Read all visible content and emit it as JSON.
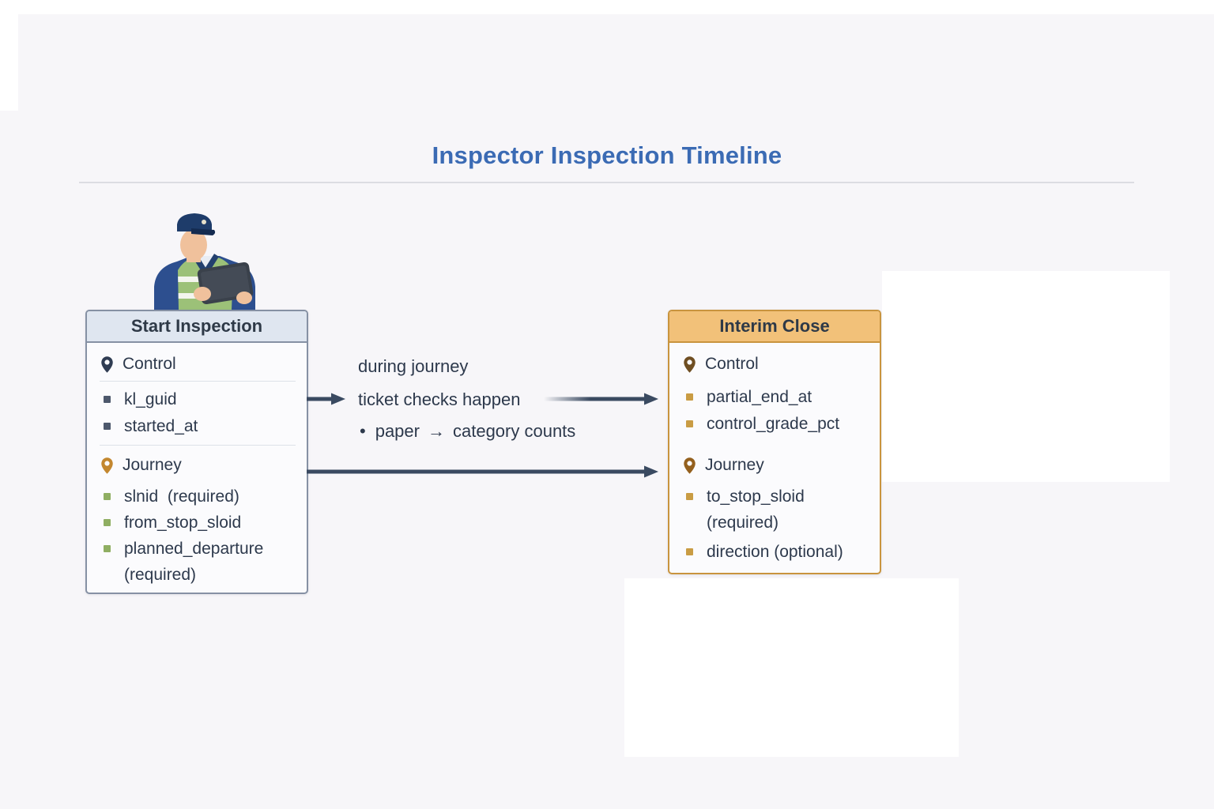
{
  "page": {
    "title": "Inspector Inspection Timeline"
  },
  "illustration": {
    "name": "ticket-inspector-with-cap-vest-and-tablet"
  },
  "flow": {
    "line1": "during journey",
    "line2": "ticket checks happen",
    "line3_bullet": "•",
    "line3_word1": "paper",
    "line3_arrow": "→",
    "line3_word2": "category counts"
  },
  "cards": [
    {
      "title": "Start Inspection",
      "theme": "blue",
      "sections": [
        {
          "icon": "location-pin-icon",
          "label": "Control",
          "items": [
            {
              "text": "kl_guid"
            },
            {
              "text": "started_at"
            }
          ]
        },
        {
          "icon": "location-pin-icon",
          "label": "Journey",
          "items": [
            {
              "text": "slnid  (required)"
            },
            {
              "text": "from_stop_sloid"
            },
            {
              "text": "planned_departure (required)"
            }
          ]
        }
      ]
    },
    {
      "title": "Interim Close",
      "theme": "orange",
      "sections": [
        {
          "icon": "location-pin-icon",
          "label": "Control",
          "items": [
            {
              "text": "partial_end_at"
            },
            {
              "text": "control_grade_pct"
            }
          ]
        },
        {
          "icon": "location-pin-icon",
          "label": "Journey",
          "items": [
            {
              "text": "to_stop_sloid (required)"
            },
            {
              "text": "direction (optional)"
            }
          ]
        }
      ]
    }
  ],
  "icons": {
    "section_marker": "location-pin-icon",
    "item_marker": "square-bullet-icon",
    "connector": "right-arrow-icon"
  },
  "colors": {
    "title_blue": "#3b6bb4",
    "arrow_slate": "#3a4a61",
    "card_blue_header_bg": "#dfe6f0",
    "card_blue_border": "#8691a4",
    "card_orange_header_bg": "#f2c179",
    "card_orange_border": "#c9943e",
    "body_text": "#2d394c",
    "bullet_slate": "#4d586c",
    "bullet_green": "#8fae62",
    "bullet_amber": "#c99c44",
    "pin_navy": "#2f3c52",
    "pin_amber": "#c3872f",
    "pin_brown": "#6f4e22",
    "pin_bronze": "#94601e",
    "vest_green": "#9cc178",
    "jacket_navy": "#2d4f8f",
    "background": "#f7f6f9"
  }
}
